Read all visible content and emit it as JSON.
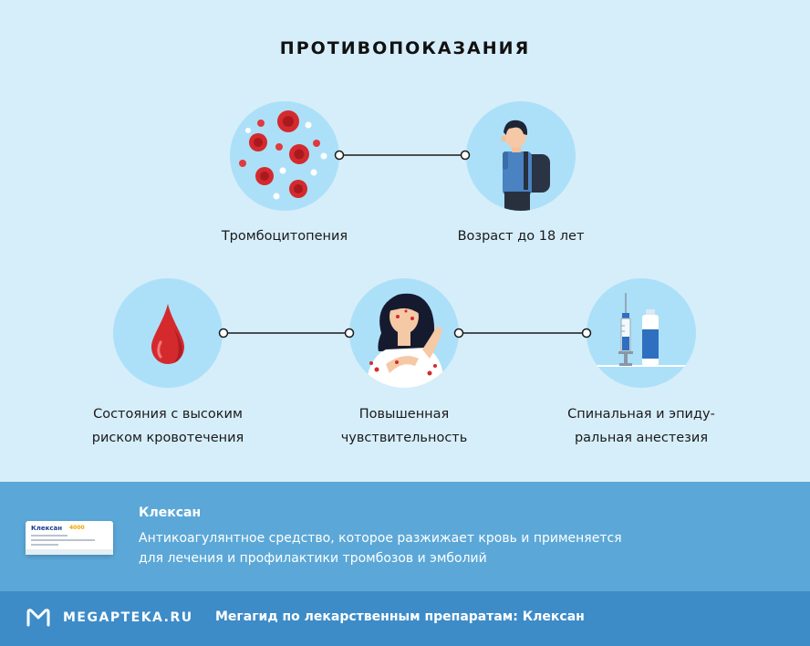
{
  "title": "ПРОТИВОПОКАЗАНИЯ",
  "items": [
    {
      "label": "Тромбоцитопения",
      "icon": "blood-cells-icon"
    },
    {
      "label": "Возраст до 18 лет",
      "icon": "schoolboy-icon"
    },
    {
      "label_lines": [
        "Состояния с высоким",
        "риском кровотечения"
      ],
      "icon": "blood-drop-icon"
    },
    {
      "label_lines": [
        "Повышенная",
        "чувствительность"
      ],
      "icon": "allergic-woman-icon"
    },
    {
      "label_lines": [
        "Спинальная и эпиду-",
        "ральная анестезия"
      ],
      "icon": "syringe-vial-icon"
    }
  ],
  "drug": {
    "name": "Клексан",
    "description_lines": [
      "Антикоагулянтное средство, которое разжижает кровь и применяется",
      "для лечения и профилактики тромбозов и эмболий"
    ],
    "pack_brand": "Клексан",
    "pack_dose": "4000"
  },
  "footer": {
    "logo_text": "MEGAPTEKA.RU",
    "text": "Мегагид по лекарственным препаратам: Клексан"
  },
  "colors": {
    "background": "#d6eefa",
    "circle": "#ace0f8",
    "info_band": "#5ba8d8",
    "footer_band": "#3d8cc8",
    "blood_red": "#d42a2e"
  }
}
